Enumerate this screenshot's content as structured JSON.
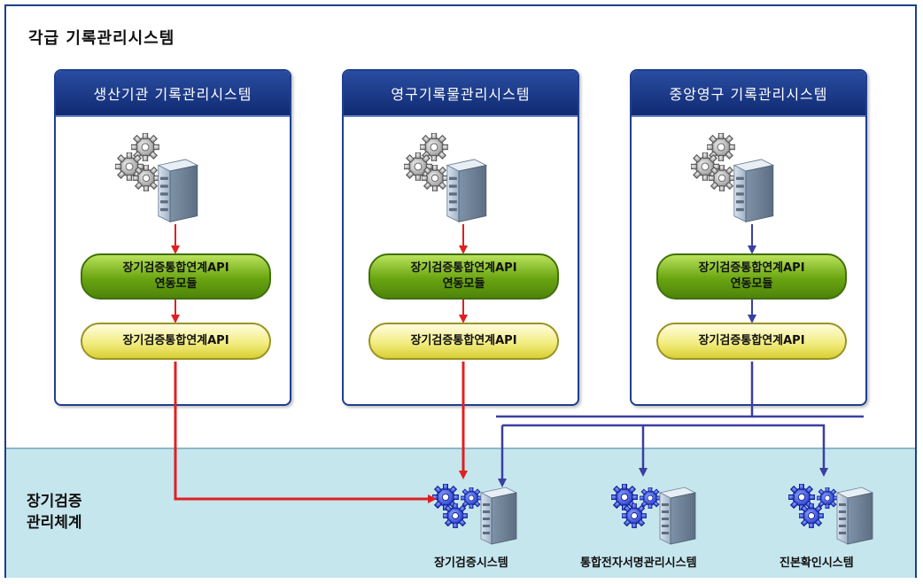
{
  "top_title": "각급 기록관리시스템",
  "bottom_title_lines": [
    "장기검증",
    "관리체계"
  ],
  "panels": [
    {
      "title": "생산기관 기록관리시스템",
      "green_lines": [
        "장기검증통합연계API",
        "연동모듈"
      ],
      "yellow": "장기검증통합연계API",
      "arrow_color": "#e02020"
    },
    {
      "title": "영구기록물관리시스템",
      "green_lines": [
        "장기검증통합연계API",
        "연동모듈"
      ],
      "yellow": "장기검증통합연계API",
      "arrow_color": "#e02020"
    },
    {
      "title": "중앙영구 기록관리시스템",
      "green_lines": [
        "장기검증통합연계API",
        "연동모듈"
      ],
      "yellow": "장기검증통합연계API",
      "arrow_color": "#3a3fa0"
    }
  ],
  "bottom_systems": [
    "장기검증시스템",
    "통합전자서명관리시스템",
    "진본확인시스템"
  ],
  "colors": {
    "red_line": "#e02020",
    "blue_line": "#3a3fa0",
    "header_blue": "#1f3f8f",
    "band": "#c6e6ee"
  }
}
